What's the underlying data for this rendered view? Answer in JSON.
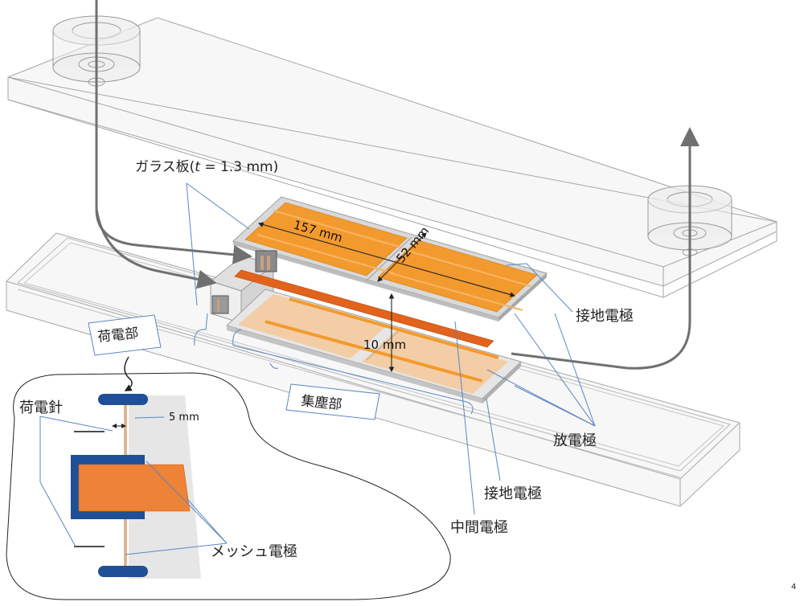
{
  "labels": {
    "glass_plate": "ガラス板(",
    "glass_t": "t",
    "glass_rest": " = 1.3 mm)",
    "ground_electrode_upper": "接地電極",
    "ground_electrode_lower": "接地電極",
    "discharge_electrode": "放電極",
    "middle_electrode": "中間電極",
    "charging_section": "荷電部",
    "collection_section": "集塵部",
    "charging_needle": "荷電針",
    "mesh_electrode": "メッシュ電極"
  },
  "dimensions": {
    "length": "157 mm",
    "width": "52 mm",
    "gap": "10 mm",
    "needle_gap": "5 mm"
  },
  "page_number": "4",
  "colors": {
    "electrode_orange": "#f39a2e",
    "middle_electrode": "#e1631c",
    "mesh_blue": "#1f4f96",
    "mesh_orange": "#ee8236",
    "glass_gray": "#d9d9d9",
    "leader_blue": "#5b85c2",
    "flow_arrow": "#707070"
  }
}
